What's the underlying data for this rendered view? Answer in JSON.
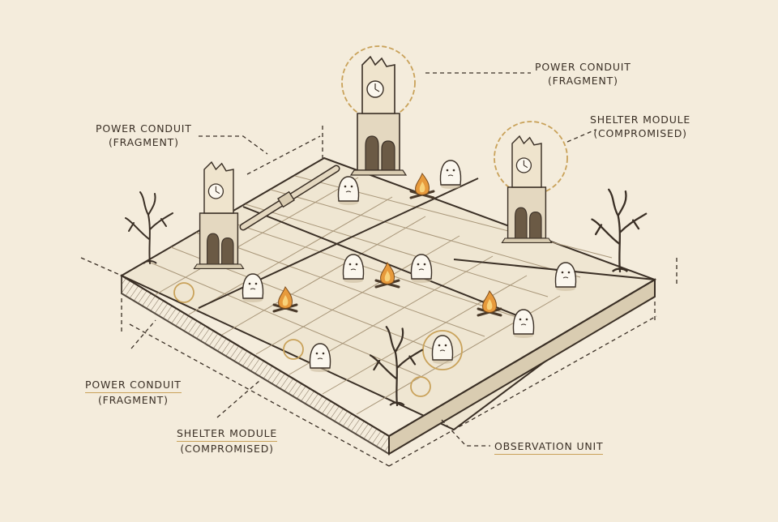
{
  "labels": {
    "top_right": {
      "line1": "POWER CONDUIT",
      "line2": "(FRAGMENT)"
    },
    "left_upper": {
      "line1": "POWER CONDUIT",
      "line2": "(FRAGMENT)"
    },
    "right_upper": {
      "line1": "SHELTER MODULE",
      "line2": "(COMPROMISED)"
    },
    "left_lower": {
      "line1": "POWER CONDUIT",
      "line2": "(FRAGMENT)"
    },
    "bottom_left": {
      "line1": "SHELTER MODULE",
      "line2": "(COMPROMISED)"
    },
    "bottom_right": {
      "line1": "OBSERVATION UNIT"
    }
  },
  "colors": {
    "paper": "#f4ecdc",
    "ink": "#3a2f25",
    "accent_gold": "#c9a25a",
    "fire": "#e79a3c"
  },
  "icons": [
    "clock-tower-ruin-icon",
    "dead-tree-icon",
    "campfire-icon",
    "creature-icon",
    "conduit-pipe-icon"
  ]
}
